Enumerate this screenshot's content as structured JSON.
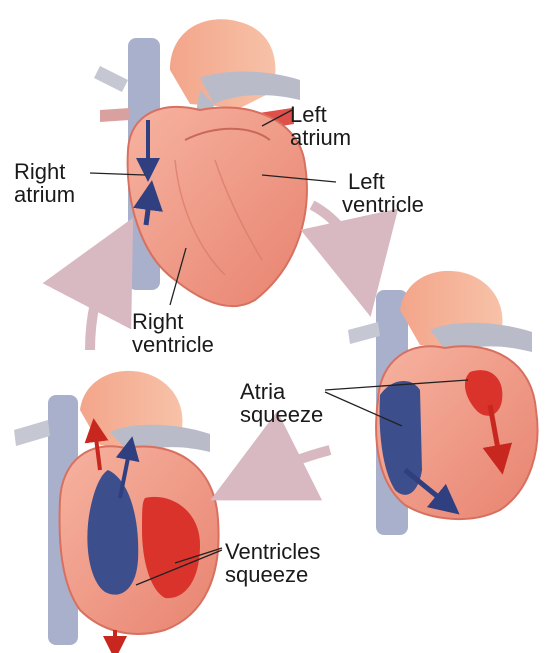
{
  "labels": {
    "left_atrium": [
      "Left",
      "atrium"
    ],
    "right_atrium": [
      "Right",
      "atrium"
    ],
    "left_ventricle": [
      "Left",
      "ventricle"
    ],
    "right_ventricle": [
      "Right",
      "ventricle"
    ],
    "atria_squeeze": [
      "Atria",
      "squeeze"
    ],
    "ventricles_squeeze": [
      "Ventricles",
      "squeeze"
    ]
  },
  "colors": {
    "muscle": "#f2a08a",
    "muscle_dark": "#e07a66",
    "aorta": "#f4a484",
    "vessel_grey": "#b9bcc8",
    "vena_cava": "#a8b0cc",
    "deoxygenated_blood": "#3d4e8c",
    "oxygenated_blood": "#d9332b",
    "cycle_arrow": "#d8b9c2"
  },
  "icons": {
    "blood_flow": "blood-flow-arrow-icon",
    "cycle": "cycle-arrow-icon"
  }
}
